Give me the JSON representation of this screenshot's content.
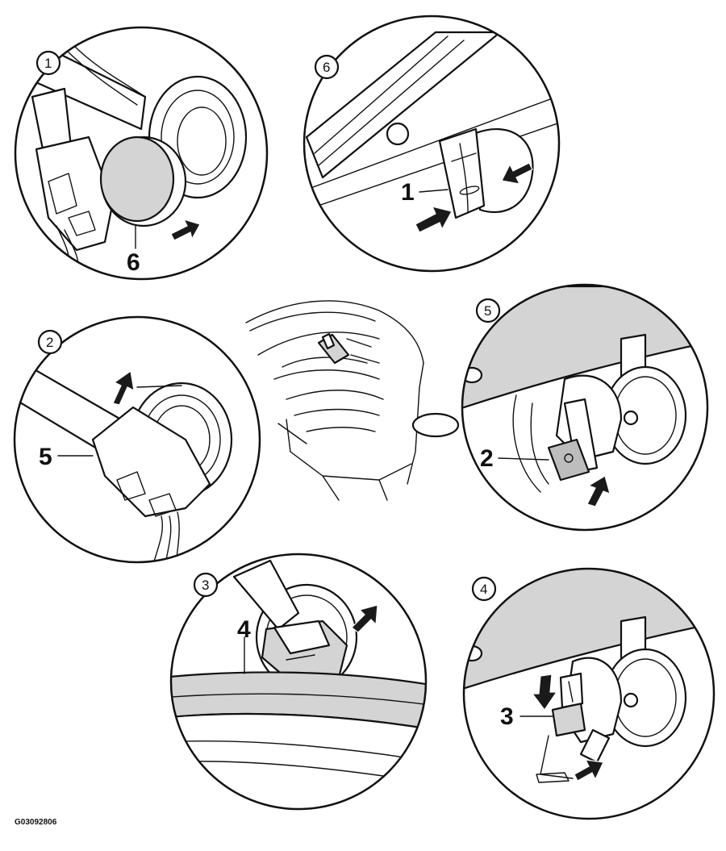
{
  "panels": [
    {
      "step": "1",
      "callout": "6"
    },
    {
      "step": "6",
      "callout": "1"
    },
    {
      "step": "2",
      "callout": "5"
    },
    {
      "step": "5",
      "callout": "2"
    },
    {
      "step": "3",
      "callout": "4"
    },
    {
      "step": "4",
      "callout": "3"
    }
  ],
  "figure_id": "G03092806"
}
